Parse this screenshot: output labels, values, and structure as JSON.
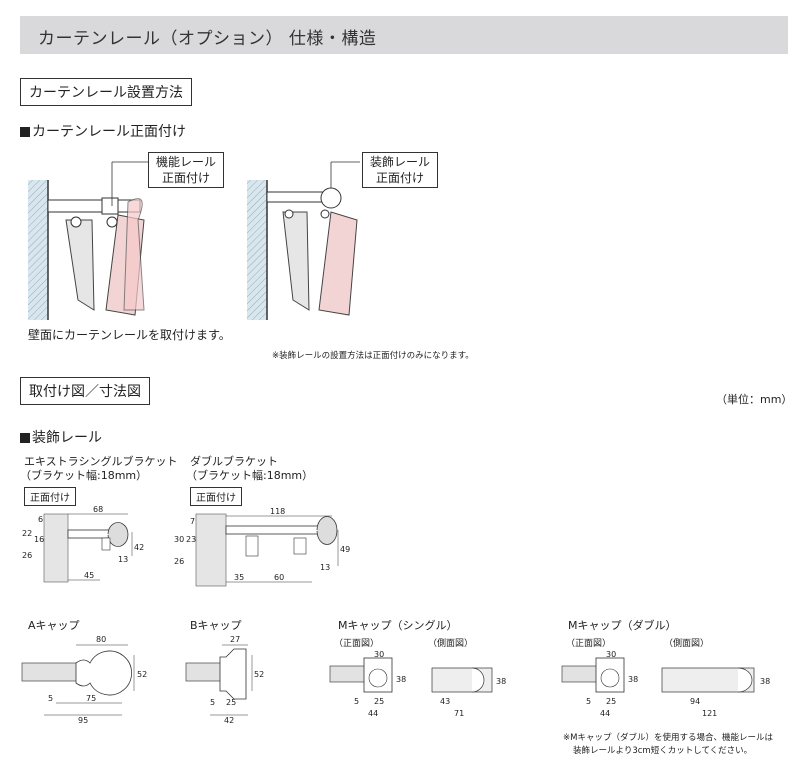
{
  "header": {
    "title": "カーテンレール（オプション） 仕様・構造"
  },
  "install": {
    "section_label": "カーテンレール設置方法",
    "front_heading": "カーテンレール正面付け",
    "callout_functional": [
      "機能レール",
      "正面付け"
    ],
    "callout_decorative": [
      "装飾レール",
      "正面付け"
    ],
    "wall_caption": "壁面にカーテンレールを取付けます。",
    "note": "※装飾レールの設置方法は正面付けのみになります。"
  },
  "dimensions": {
    "section_label": "取付け図／寸法図",
    "unit": "（単位：mm）",
    "decorative_heading": "装飾レール",
    "single": {
      "title": "エキストラシングルブラケット",
      "width": "（ブラケット幅:18mm）",
      "tag": "正面付け",
      "dims": {
        "top": "68",
        "a": "6",
        "b": "22",
        "c": "16",
        "d": "26",
        "e": "45",
        "f": "42",
        "g": "13"
      }
    },
    "double": {
      "title": "ダブルブラケット",
      "width": "（ブラケット幅:18mm）",
      "tag": "正面付け",
      "dims": {
        "top": "118",
        "a": "7",
        "b": "30",
        "c": "23",
        "d": "26",
        "e": "35",
        "f": "60",
        "g": "49",
        "h": "13"
      }
    }
  },
  "caps": {
    "a": {
      "label": "Aキャップ",
      "dims": [
        "80",
        "52",
        "5",
        "75",
        "95"
      ]
    },
    "b": {
      "label": "Bキャップ",
      "dims": [
        "27",
        "52",
        "5",
        "25",
        "42"
      ]
    },
    "m_single": {
      "label": "Mキャップ（シングル）",
      "front": "（正面図）",
      "side": "（側面図）",
      "dims": [
        "30",
        "38",
        "5",
        "25",
        "44",
        "38",
        "43",
        "71"
      ]
    },
    "m_double": {
      "label": "Mキャップ（ダブル）",
      "front": "（正面図）",
      "side": "（側面図）",
      "dims": [
        "30",
        "38",
        "5",
        "25",
        "44",
        "38",
        "94",
        "121"
      ]
    },
    "note": [
      "※Mキャップ（ダブル）を使用する場合、機能レールは",
      "装飾レールより3cm短くカットしてください。"
    ]
  }
}
